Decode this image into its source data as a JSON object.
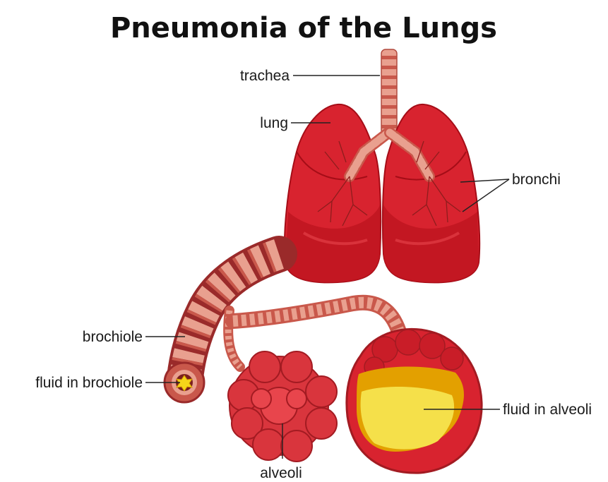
{
  "title": "Pneumonia of the Lungs",
  "labels": {
    "trachea": "trachea",
    "lung": "lung",
    "bronchi": "bronchi",
    "bronchiole": "brochiole",
    "fluid_in_bronchiole": "fluid in brochiole",
    "alveoli": "alveoli",
    "fluid_in_alveoli": "fluid in alveoli"
  },
  "colors": {
    "lung_dark": "#b8101c",
    "lung_main": "#d8232f",
    "lung_light": "#e8454c",
    "airway": "#e5907e",
    "airway_ring": "#c9584b",
    "alveoli": "#d9353d",
    "fluid_dark": "#e0a200",
    "fluid_light": "#f5e04a"
  }
}
